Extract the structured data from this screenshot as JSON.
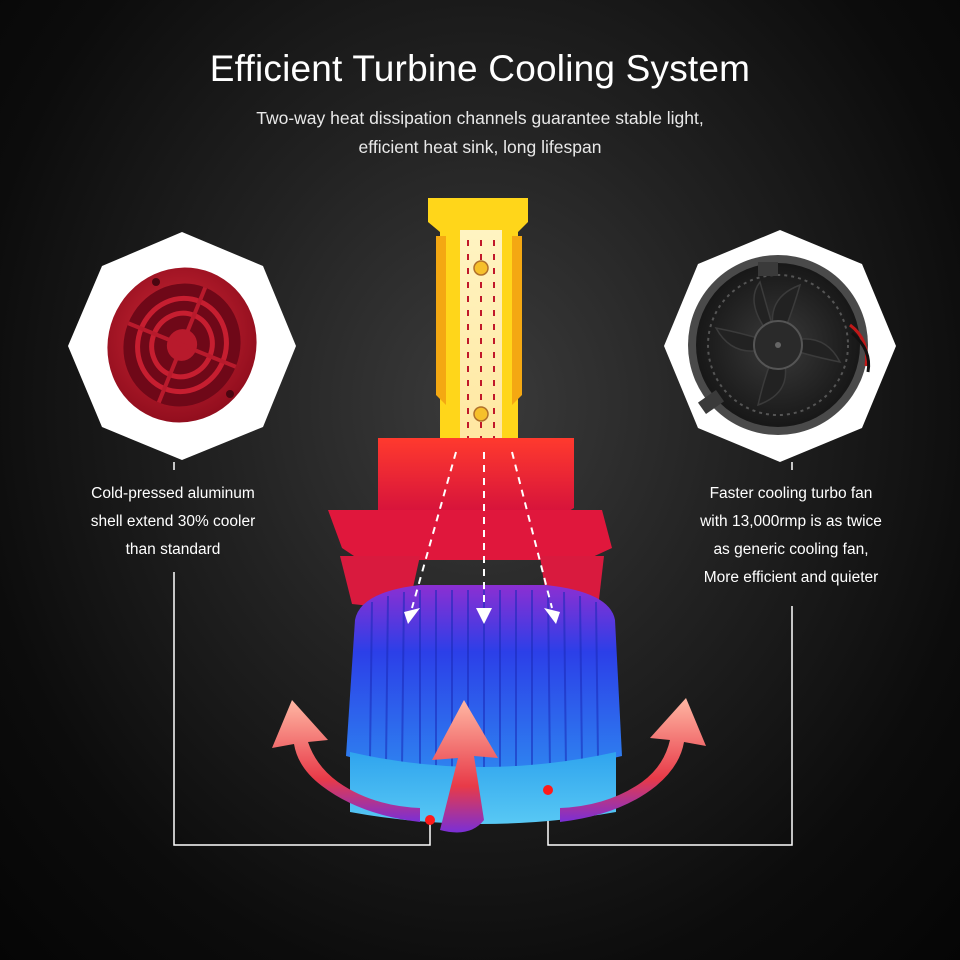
{
  "header": {
    "title": "Efficient Turbine Cooling System",
    "subtitle_lines": [
      "Two-way heat dissipation channels guarantee stable light,",
      "efficient heat sink, long lifespan"
    ]
  },
  "features": {
    "left": {
      "lines": [
        "Cold-pressed aluminum",
        "shell  extend 30% cooler",
        "than standard"
      ]
    },
    "right": {
      "lines": [
        "Faster cooling turbo fan",
        "with 13,000rmp is as twice",
        "as generic cooling fan,",
        "More efficient and quieter"
      ]
    }
  },
  "colors": {
    "hot_top": "#ffe21a",
    "warm_mid": "#f0342c",
    "cool_bottom": "#2f6ff2",
    "arrow_flow": "#f0624a",
    "callout_line": "#ffffff",
    "marker_dot": "#ff1a1a"
  }
}
